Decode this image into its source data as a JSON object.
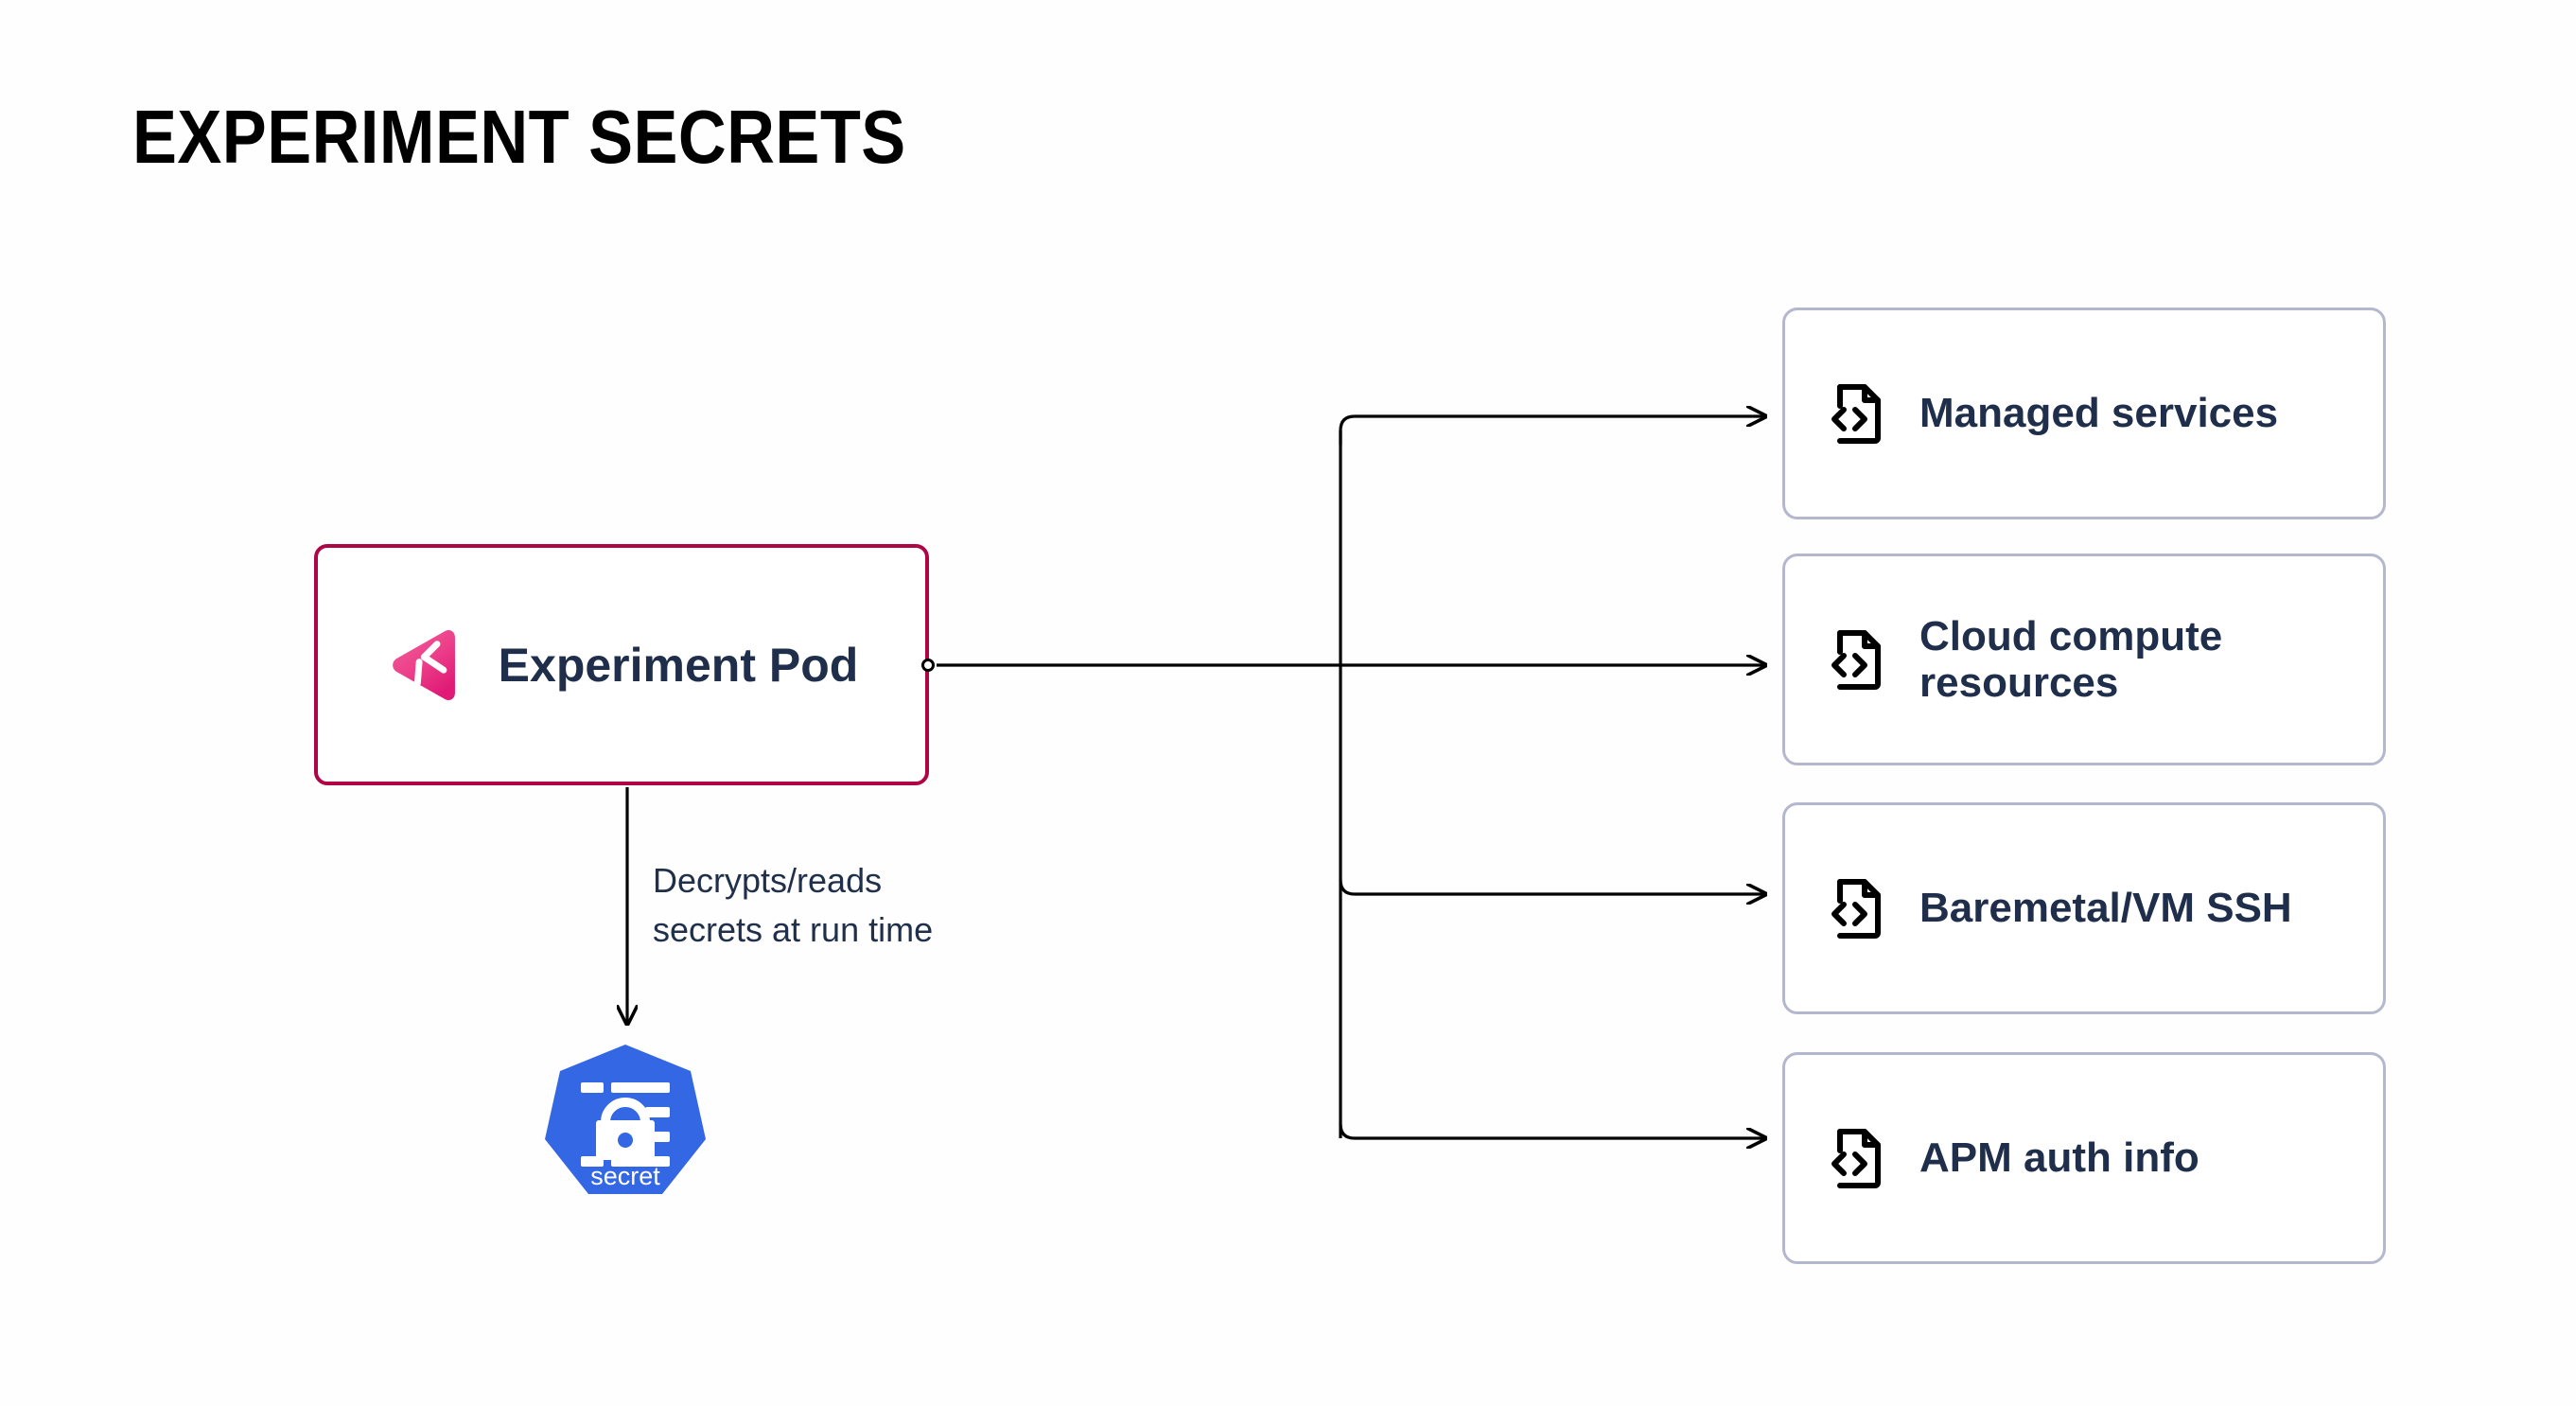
{
  "page": {
    "title": "EXPERIMENT SECRETS",
    "background_color": "#fefefe"
  },
  "source_node": {
    "label": "Experiment Pod",
    "icon": "gremlin-logo-icon",
    "border_color": "#af0446",
    "fill_color": "#ffffff",
    "text_color": "#1f2e4a"
  },
  "secret_node": {
    "label": "secret",
    "icon": "kubernetes-secret-lock-icon",
    "shape_color": "#3367e3",
    "text_color": "#ffffff"
  },
  "edge": {
    "label": "Decrypts/reads\nsecrets at run time",
    "text_color": "#20304b",
    "stroke_color": "#000000"
  },
  "targets": {
    "card_border_color": "#b5b7ce",
    "card_text_color": "#1f2e4a",
    "icon": "file-code-icon",
    "items": [
      {
        "label": "Managed services"
      },
      {
        "label": "Cloud compute resources"
      },
      {
        "label": "Baremetal/VM SSH"
      },
      {
        "label": "APM auth info"
      }
    ]
  }
}
